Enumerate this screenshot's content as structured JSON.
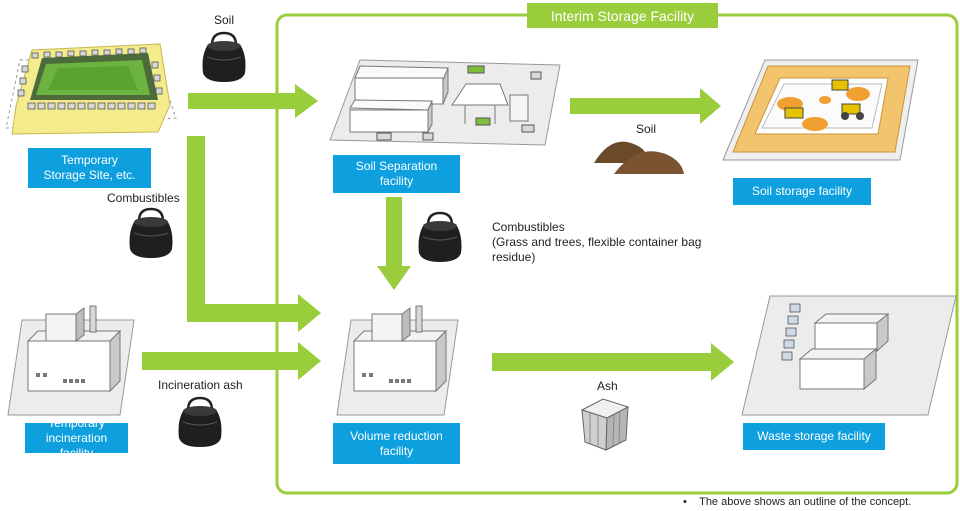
{
  "interim_facility": {
    "title": "Interim Storage Facility"
  },
  "labels": {
    "temporary_storage": "Temporary\nStorage Site, etc.",
    "soil_separation": "Soil Separation\nfacility",
    "soil_storage": "Soil storage facility",
    "temporary_incineration": "Temporary\nincineration facility",
    "volume_reduction": "Volume reduction\nfacility",
    "waste_storage": "Waste storage facility"
  },
  "flow_texts": {
    "soil_top": "Soil",
    "combustibles_left": "Combustibles",
    "incineration_ash": "Incineration ash",
    "soil_right": "Soil",
    "combustibles_center": "Combustibles\n(Grass and trees, flexible container bag\nresidue)",
    "ash": "Ash"
  },
  "footnote": {
    "bullet": "•",
    "text": "The above shows an outline of the concept."
  },
  "colors": {
    "arrow": "#9acd3c",
    "label_bg": "#0ea0de",
    "frame": "#9acd3c"
  },
  "icons": [
    "flexible-container-bag-icon",
    "soil-pile-icon",
    "ash-container-icon"
  ]
}
